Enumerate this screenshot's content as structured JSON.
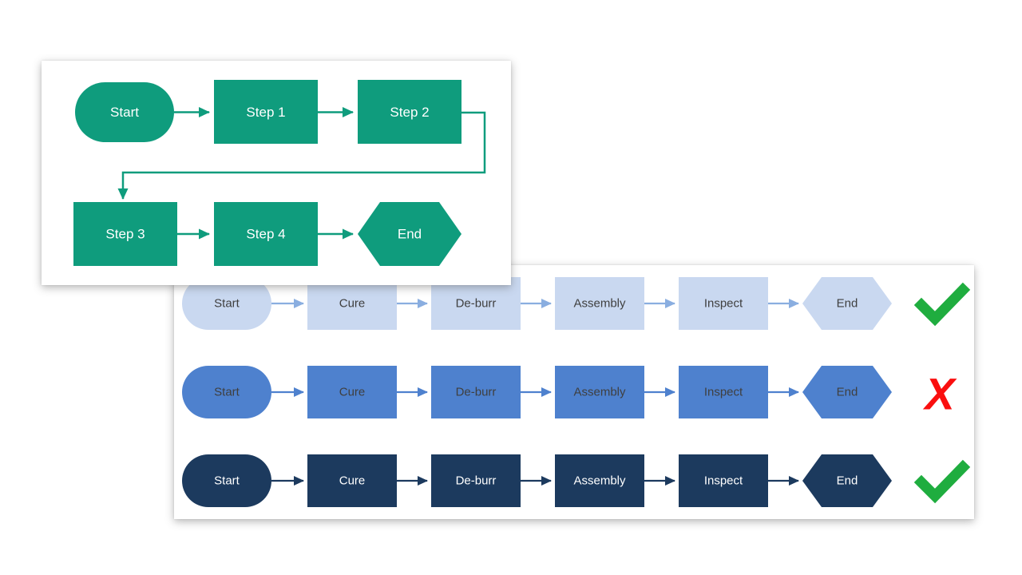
{
  "page": {
    "background_color": "#FFFFFF"
  },
  "example_panel": {
    "description": "green-example-flowchart",
    "accent_color": "#0F9C7D",
    "text_color": "#FFFFFF",
    "nodes": {
      "start": "Start",
      "step1": "Step 1",
      "step2": "Step 2",
      "step3": "Step 3",
      "step4": "Step 4",
      "end": "End"
    }
  },
  "process_panel": {
    "description": "three-variant-process-flowcharts",
    "check_color": "#1FAD3F",
    "x_color": "#FA0F0F",
    "fail_glyph": "X",
    "rows": [
      {
        "variant": "light-blue",
        "fill_color": "#C9D8F0",
        "arrow_color": "#8AAEE0",
        "text_color": "#3F3F3F",
        "status": "correct",
        "steps": [
          "Start",
          "Cure",
          "De-burr",
          "Assembly",
          "Inspect",
          "End"
        ]
      },
      {
        "variant": "medium-blue",
        "fill_color": "#4E81CE",
        "arrow_color": "#4E81CE",
        "text_color": "#3F3F3F",
        "status": "incorrect",
        "steps": [
          "Start",
          "Cure",
          "De-burr",
          "Assembly",
          "Inspect",
          "End"
        ]
      },
      {
        "variant": "dark-navy",
        "fill_color": "#1C3A5E",
        "arrow_color": "#1C3A5E",
        "text_color": "#FFFFFF",
        "status": "correct",
        "steps": [
          "Start",
          "Cure",
          "De-burr",
          "Assembly",
          "Inspect",
          "End"
        ]
      }
    ]
  }
}
